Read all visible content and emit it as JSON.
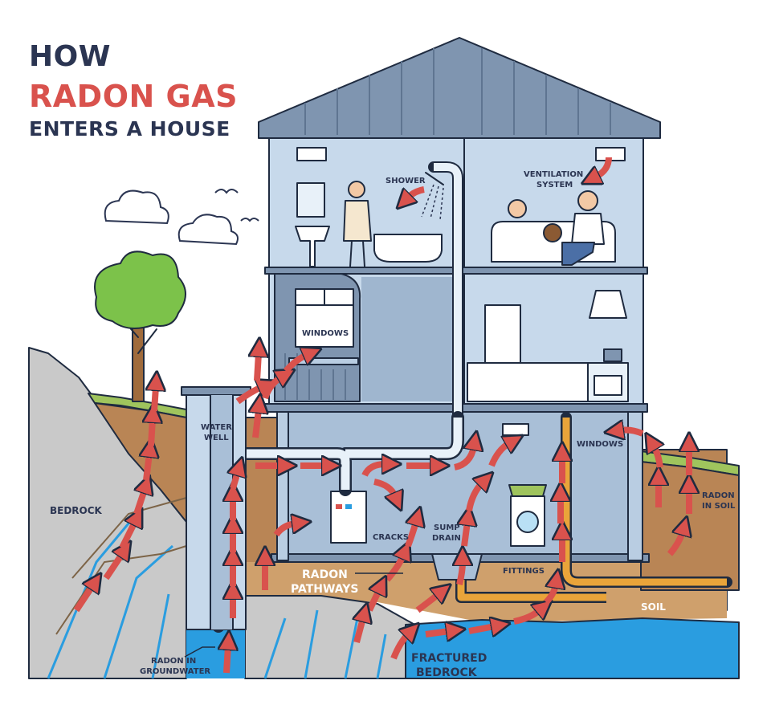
{
  "title": {
    "line1": "HOW",
    "line2": "RADON GAS",
    "line3": "ENTERS A HOUSE"
  },
  "labels": {
    "shower": "SHOWER",
    "ventilation_1": "VENTILATION",
    "ventilation_2": "SYSTEM",
    "windows_upper": "WINDOWS",
    "windows_right": "WINDOWS",
    "water_well_1": "WATER",
    "water_well_2": "WELL",
    "bedrock": "BEDROCK",
    "cracks": "CRACKS",
    "sump_drain_1": "SUMP",
    "sump_drain_2": "DRAIN",
    "fittings": "FITTINGS",
    "radon_in_soil_1": "RADON",
    "radon_in_soil_2": "IN SOIL",
    "radon_pathways_1": "RADON",
    "radon_pathways_2": "PATHWAYS",
    "soil": "SOIL",
    "radon_groundwater_1": "RADON IN",
    "radon_groundwater_2": "GROUNDWATER",
    "fractured_bedrock_1": "FRACTURED",
    "fractured_bedrock_2": "BEDROCK"
  },
  "colors": {
    "title_dark": "#2b3552",
    "title_red": "#d9524d",
    "arrow": "#d9524d",
    "roof": "#7f95b0",
    "wall": "#c7d9eb",
    "basement": "#a9bfd7",
    "soil": "#b98555",
    "soil_light": "#cfa06c",
    "bedrock": "#c9c9c9",
    "grass": "#9fc45d",
    "water": "#2a9de0",
    "pipe": "#e9a43a",
    "sky_pipe": "#e8f1f9"
  }
}
